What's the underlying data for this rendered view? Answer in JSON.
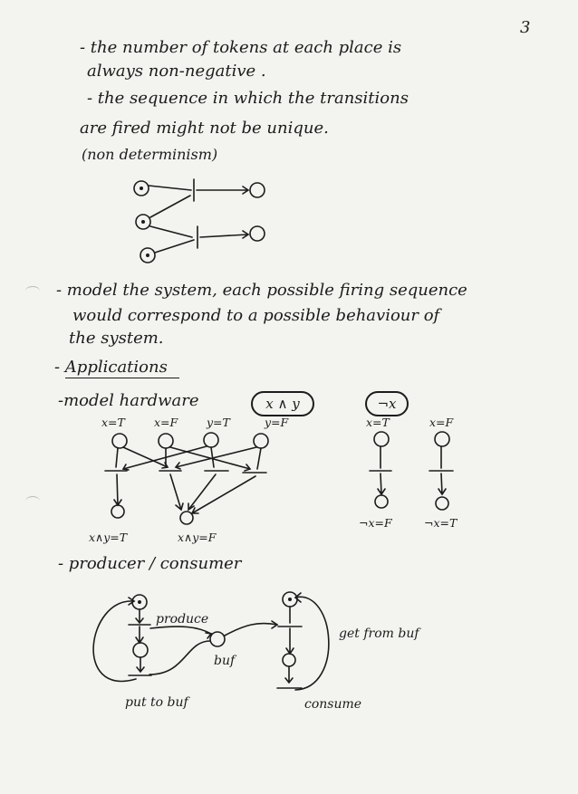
{
  "page_number": "3",
  "lines": {
    "l1": "- the number of tokens at each place is",
    "l2": "always non-negative .",
    "l3": "- the sequence in which the transitions",
    "l4": "are fired might not be unique.",
    "l5": "(non determinism)",
    "l6": "- model the system, each possible firing sequence",
    "l7": "would correspond to a possible behaviour of",
    "l8": "the system.",
    "l9": "- Applications",
    "l10": "-model hardware",
    "l11": "- producer / consumer"
  },
  "hardware": {
    "and_label": "x ∧ y",
    "not_label": "¬x",
    "inputs": [
      "x=T",
      "x=F",
      "y=T",
      "y=F"
    ],
    "and_outputs": [
      "x∧y=T",
      "x∧y=F"
    ],
    "not_inputs": [
      "x=T",
      "x=F"
    ],
    "not_outputs": [
      "¬x=F",
      "¬x=T"
    ]
  },
  "producer_consumer": {
    "produce": "produce",
    "buf": "buf",
    "put_to_buf": "put to buf",
    "get_from_buf": "get from buf",
    "consume": "consume"
  }
}
